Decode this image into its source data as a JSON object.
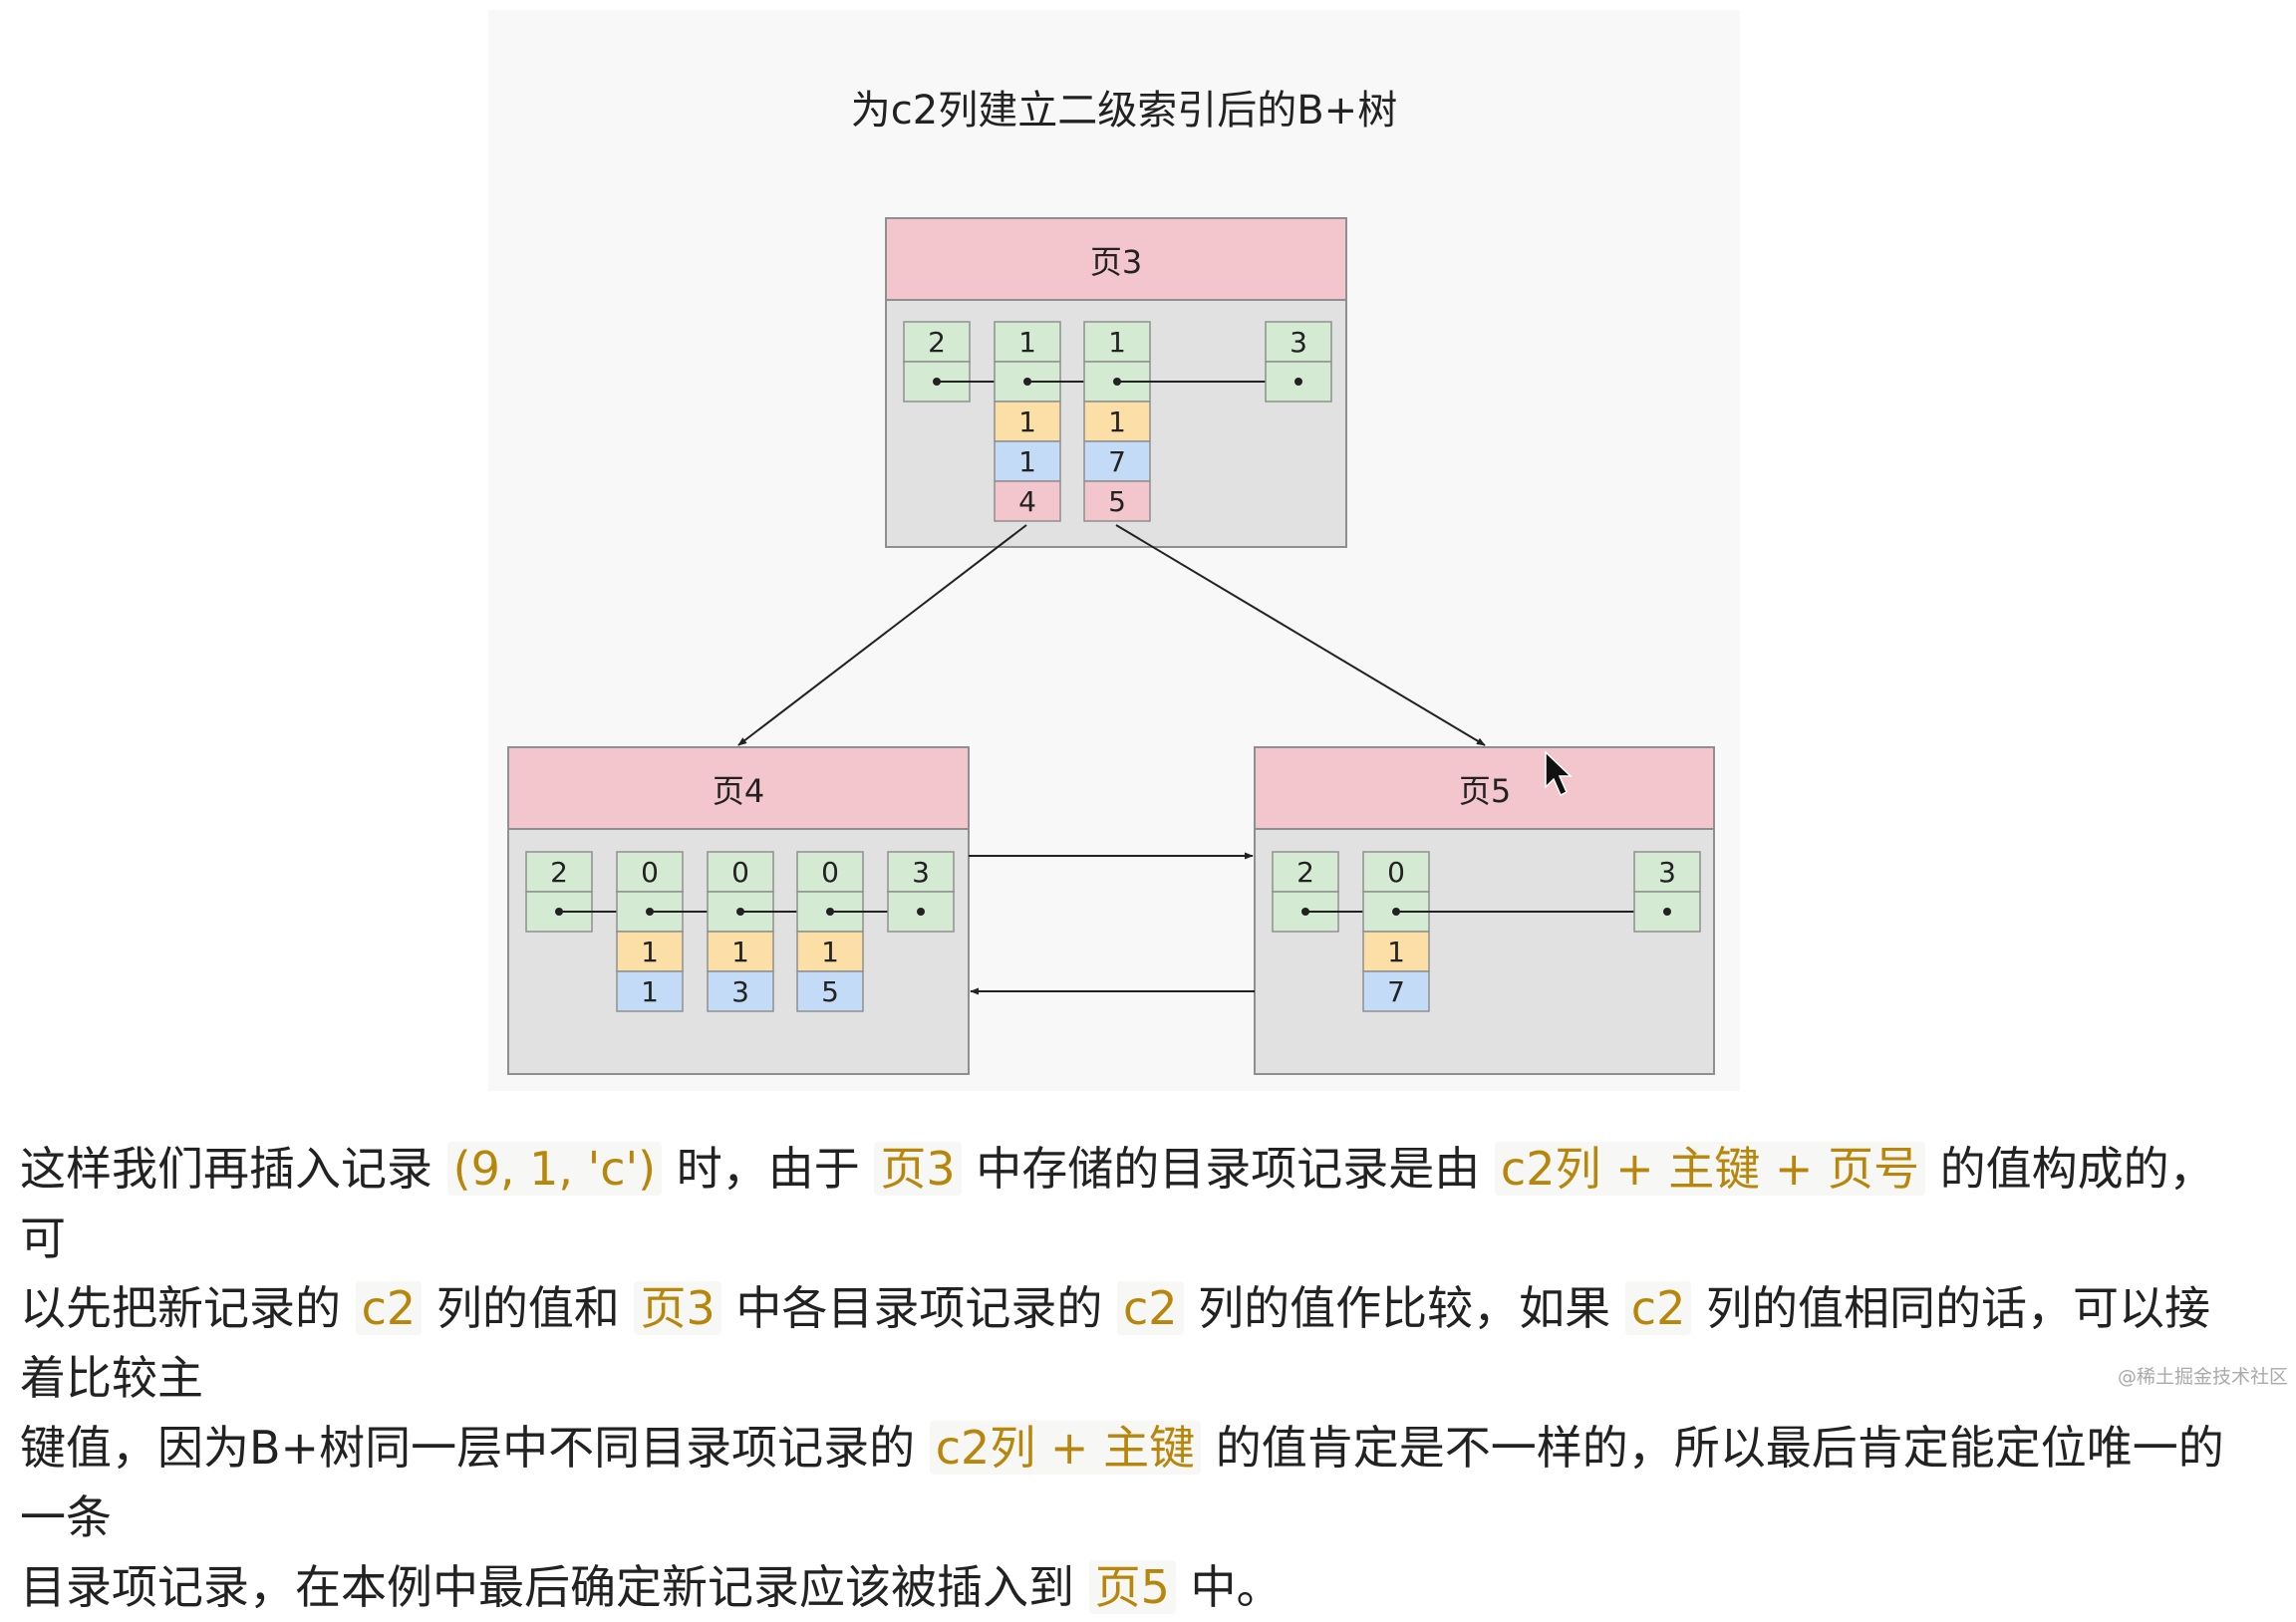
{
  "diagram": {
    "title": "为c2列建立二级索引后的B+树",
    "colors": {
      "page_header": "#f2c6cc",
      "page_body": "#e1e1e1",
      "green": "#d5ead3",
      "yellow": "#fbdfa7",
      "blue": "#c3dbf7",
      "pink": "#f2c6cc",
      "border": "#8f8f8f"
    },
    "pages": [
      {
        "id": "p3",
        "label": "页3",
        "records": [
          {
            "key": "2",
            "cells": []
          },
          {
            "key": "1",
            "cells": [
              {
                "v": "1",
                "c": "yellow"
              },
              {
                "v": "1",
                "c": "blue"
              },
              {
                "v": "4",
                "c": "pink"
              }
            ]
          },
          {
            "key": "1",
            "cells": [
              {
                "v": "1",
                "c": "yellow"
              },
              {
                "v": "7",
                "c": "blue"
              },
              {
                "v": "5",
                "c": "pink"
              }
            ]
          },
          {
            "key": "3",
            "cells": []
          }
        ]
      },
      {
        "id": "p4",
        "label": "页4",
        "records": [
          {
            "key": "2",
            "cells": []
          },
          {
            "key": "0",
            "cells": [
              {
                "v": "1",
                "c": "yellow"
              },
              {
                "v": "1",
                "c": "blue"
              }
            ]
          },
          {
            "key": "0",
            "cells": [
              {
                "v": "1",
                "c": "yellow"
              },
              {
                "v": "3",
                "c": "blue"
              }
            ]
          },
          {
            "key": "0",
            "cells": [
              {
                "v": "1",
                "c": "yellow"
              },
              {
                "v": "5",
                "c": "blue"
              }
            ]
          },
          {
            "key": "3",
            "cells": []
          }
        ]
      },
      {
        "id": "p5",
        "label": "页5",
        "records": [
          {
            "key": "2",
            "cells": []
          },
          {
            "key": "0",
            "cells": [
              {
                "v": "1",
                "c": "yellow"
              },
              {
                "v": "7",
                "c": "blue"
              }
            ]
          },
          {
            "key": "3",
            "cells": []
          }
        ]
      }
    ]
  },
  "article": {
    "l1_1": "这样我们再插入记录",
    "l1_2": "(9, 1, 'c')",
    "l1_3": "时，由于",
    "l1_4": "页3",
    "l1_5": "中存储的目录项记录是由",
    "l1_6": "c2列 + 主键 + 页号",
    "l1_7": "的值构成的，可",
    "l2_1": "以先把新记录的",
    "l2_2": "c2",
    "l2_3": "列的值和",
    "l2_4": "页3",
    "l2_5": "中各目录项记录的",
    "l2_6": "c2",
    "l2_7": "列的值作比较，如果",
    "l2_8": "c2",
    "l2_9": "列的值相同的话，可以接着比较主",
    "l3_1": "键值，因为B+树同一层中不同目录项记录的",
    "l3_2": "c2列 + 主键",
    "l3_3": "的值肯定是不一样的，所以最后肯定能定位唯一的一条",
    "l4_1": "目录项记录，在本例中最后确定新记录应该被插入到",
    "l4_2": "页5",
    "l4_3": "中。"
  },
  "watermark": "@稀土掘金技术社区"
}
